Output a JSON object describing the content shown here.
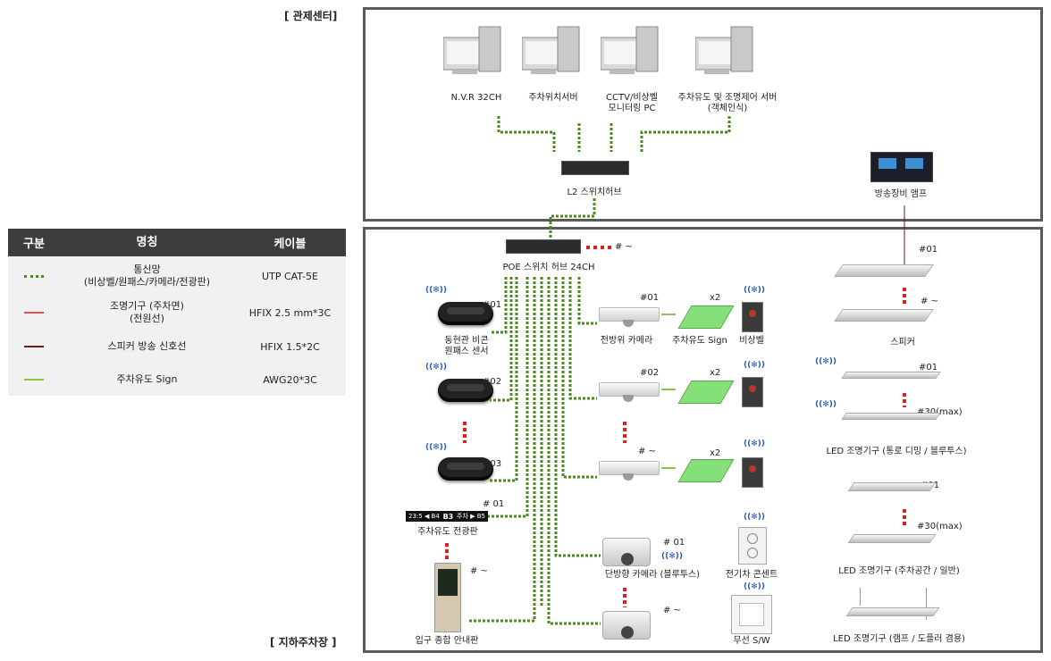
{
  "sections": {
    "control_center": "[ 관제센터]",
    "parking_lot": "[ 지하주차장 ]"
  },
  "legend": {
    "headers": [
      "구분",
      "명칭",
      "케이블"
    ],
    "rows": [
      {
        "color": "#4a8a1c",
        "style": "dotted",
        "name": "통신망\n(비상벨/원패스/카메라/전광판)",
        "cable": "UTP  CAT-5E"
      },
      {
        "color": "#e05050",
        "style": "solid",
        "name": "조명기구 (주차면)\n(전원선)",
        "cable": "HFIX 2.5 mm*3C"
      },
      {
        "color": "#6a1a1a",
        "style": "solid",
        "name": "스피커 방송 신호선",
        "cable": "HFIX 1.5*2C"
      },
      {
        "color": "#8bc34a",
        "style": "solid",
        "name": "주차유도 Sign",
        "cable": "AWG20*3C"
      }
    ]
  },
  "control": {
    "pcs": [
      {
        "label": "N.V.R 32CH"
      },
      {
        "label": "주차위치서버"
      },
      {
        "label": "CCTV/비상벨\n모니터링 PC"
      },
      {
        "label": "주차유도 및 조명제어 서버\n(객체인식)"
      }
    ],
    "l2_switch": "L2 스위치허브",
    "amp": "방송장비 앰프"
  },
  "parking": {
    "poe_switch": "POE 스위치 허브 24CH",
    "poe_suffix": "# ~",
    "beacons": {
      "label": "동현관 비콘\n원패스 센서",
      "tags": [
        "#01",
        "#02",
        "#03"
      ]
    },
    "bt_label": "((✻))",
    "display_board": {
      "label": "주차유도 전광판",
      "tag": "# 01",
      "tags_after": "# ~",
      "screen": [
        "23:5 ◀ B4",
        "B3",
        "주차 ▶ B5"
      ]
    },
    "guide_board": "입구 종합 안내판",
    "front_cams": {
      "label": "전방위 카메라",
      "tags": [
        "#01",
        "#02",
        "# ~"
      ]
    },
    "guide_sign": {
      "label": "주차유도 Sign",
      "count": "x2"
    },
    "emergency_bell": "비상벨",
    "bt_cam": {
      "label": "단방향 카메라 (블루투스)",
      "tag1": "# 01",
      "tag2": "# ~"
    },
    "ev_outlet": "전기차 콘센트",
    "wireless_sw": "무선 S/W",
    "speaker": {
      "label": "스피커",
      "tag1": "#01",
      "tag2": "# ~"
    },
    "led_path": {
      "label": "LED  조명기구 (통로 디밍 / 블루투스)",
      "tag1": "#01",
      "tag2": "#30(max)"
    },
    "led_space": {
      "label": "LED  조명기구 (주차공간 / 일반)",
      "tag1": "#01",
      "tag2": "#30(max)"
    },
    "led_ramp": {
      "label": "LED  조명기구 (램프 / 도플러 겸용)"
    }
  },
  "colors": {
    "network": "#4a8a1c",
    "power": "#e05050",
    "speaker_line": "#6a1a1a",
    "sign_line": "#8bc34a",
    "frame": "#5a5a5a"
  }
}
